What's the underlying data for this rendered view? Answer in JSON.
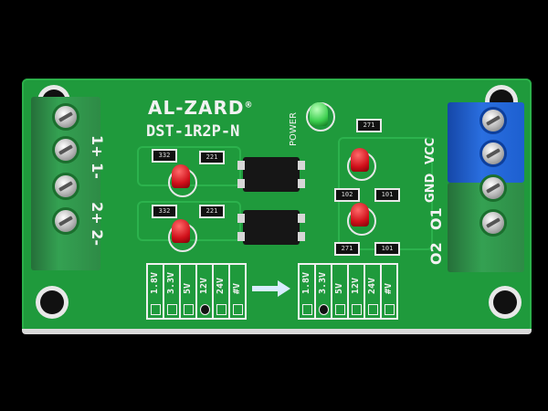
{
  "board": {
    "brand": "AL-ZARD",
    "brand_mark": "®",
    "model": "DST-1R2P-N",
    "power_label": "POWER",
    "left_labels": [
      "1+",
      "1-",
      "2+",
      "2-"
    ],
    "right_labels": [
      "GND",
      "VCC",
      "O1",
      "O2"
    ],
    "input_table": [
      "1.8V",
      "3.3V",
      "5V",
      "12V",
      "24V",
      "#V"
    ],
    "output_table": [
      "1.8V",
      "3.3V",
      "5V",
      "12V",
      "24V",
      "#V"
    ],
    "resistor_codes": [
      "332",
      "221",
      "332",
      "221",
      "271",
      "102",
      "101",
      "271",
      "101"
    ]
  },
  "colors": {
    "pcb": "#1f9a3c",
    "terminal_green": "#2e8b46",
    "terminal_blue": "#1d5fd0",
    "led_red": "#d0101a",
    "led_green": "#3ccf4f"
  }
}
